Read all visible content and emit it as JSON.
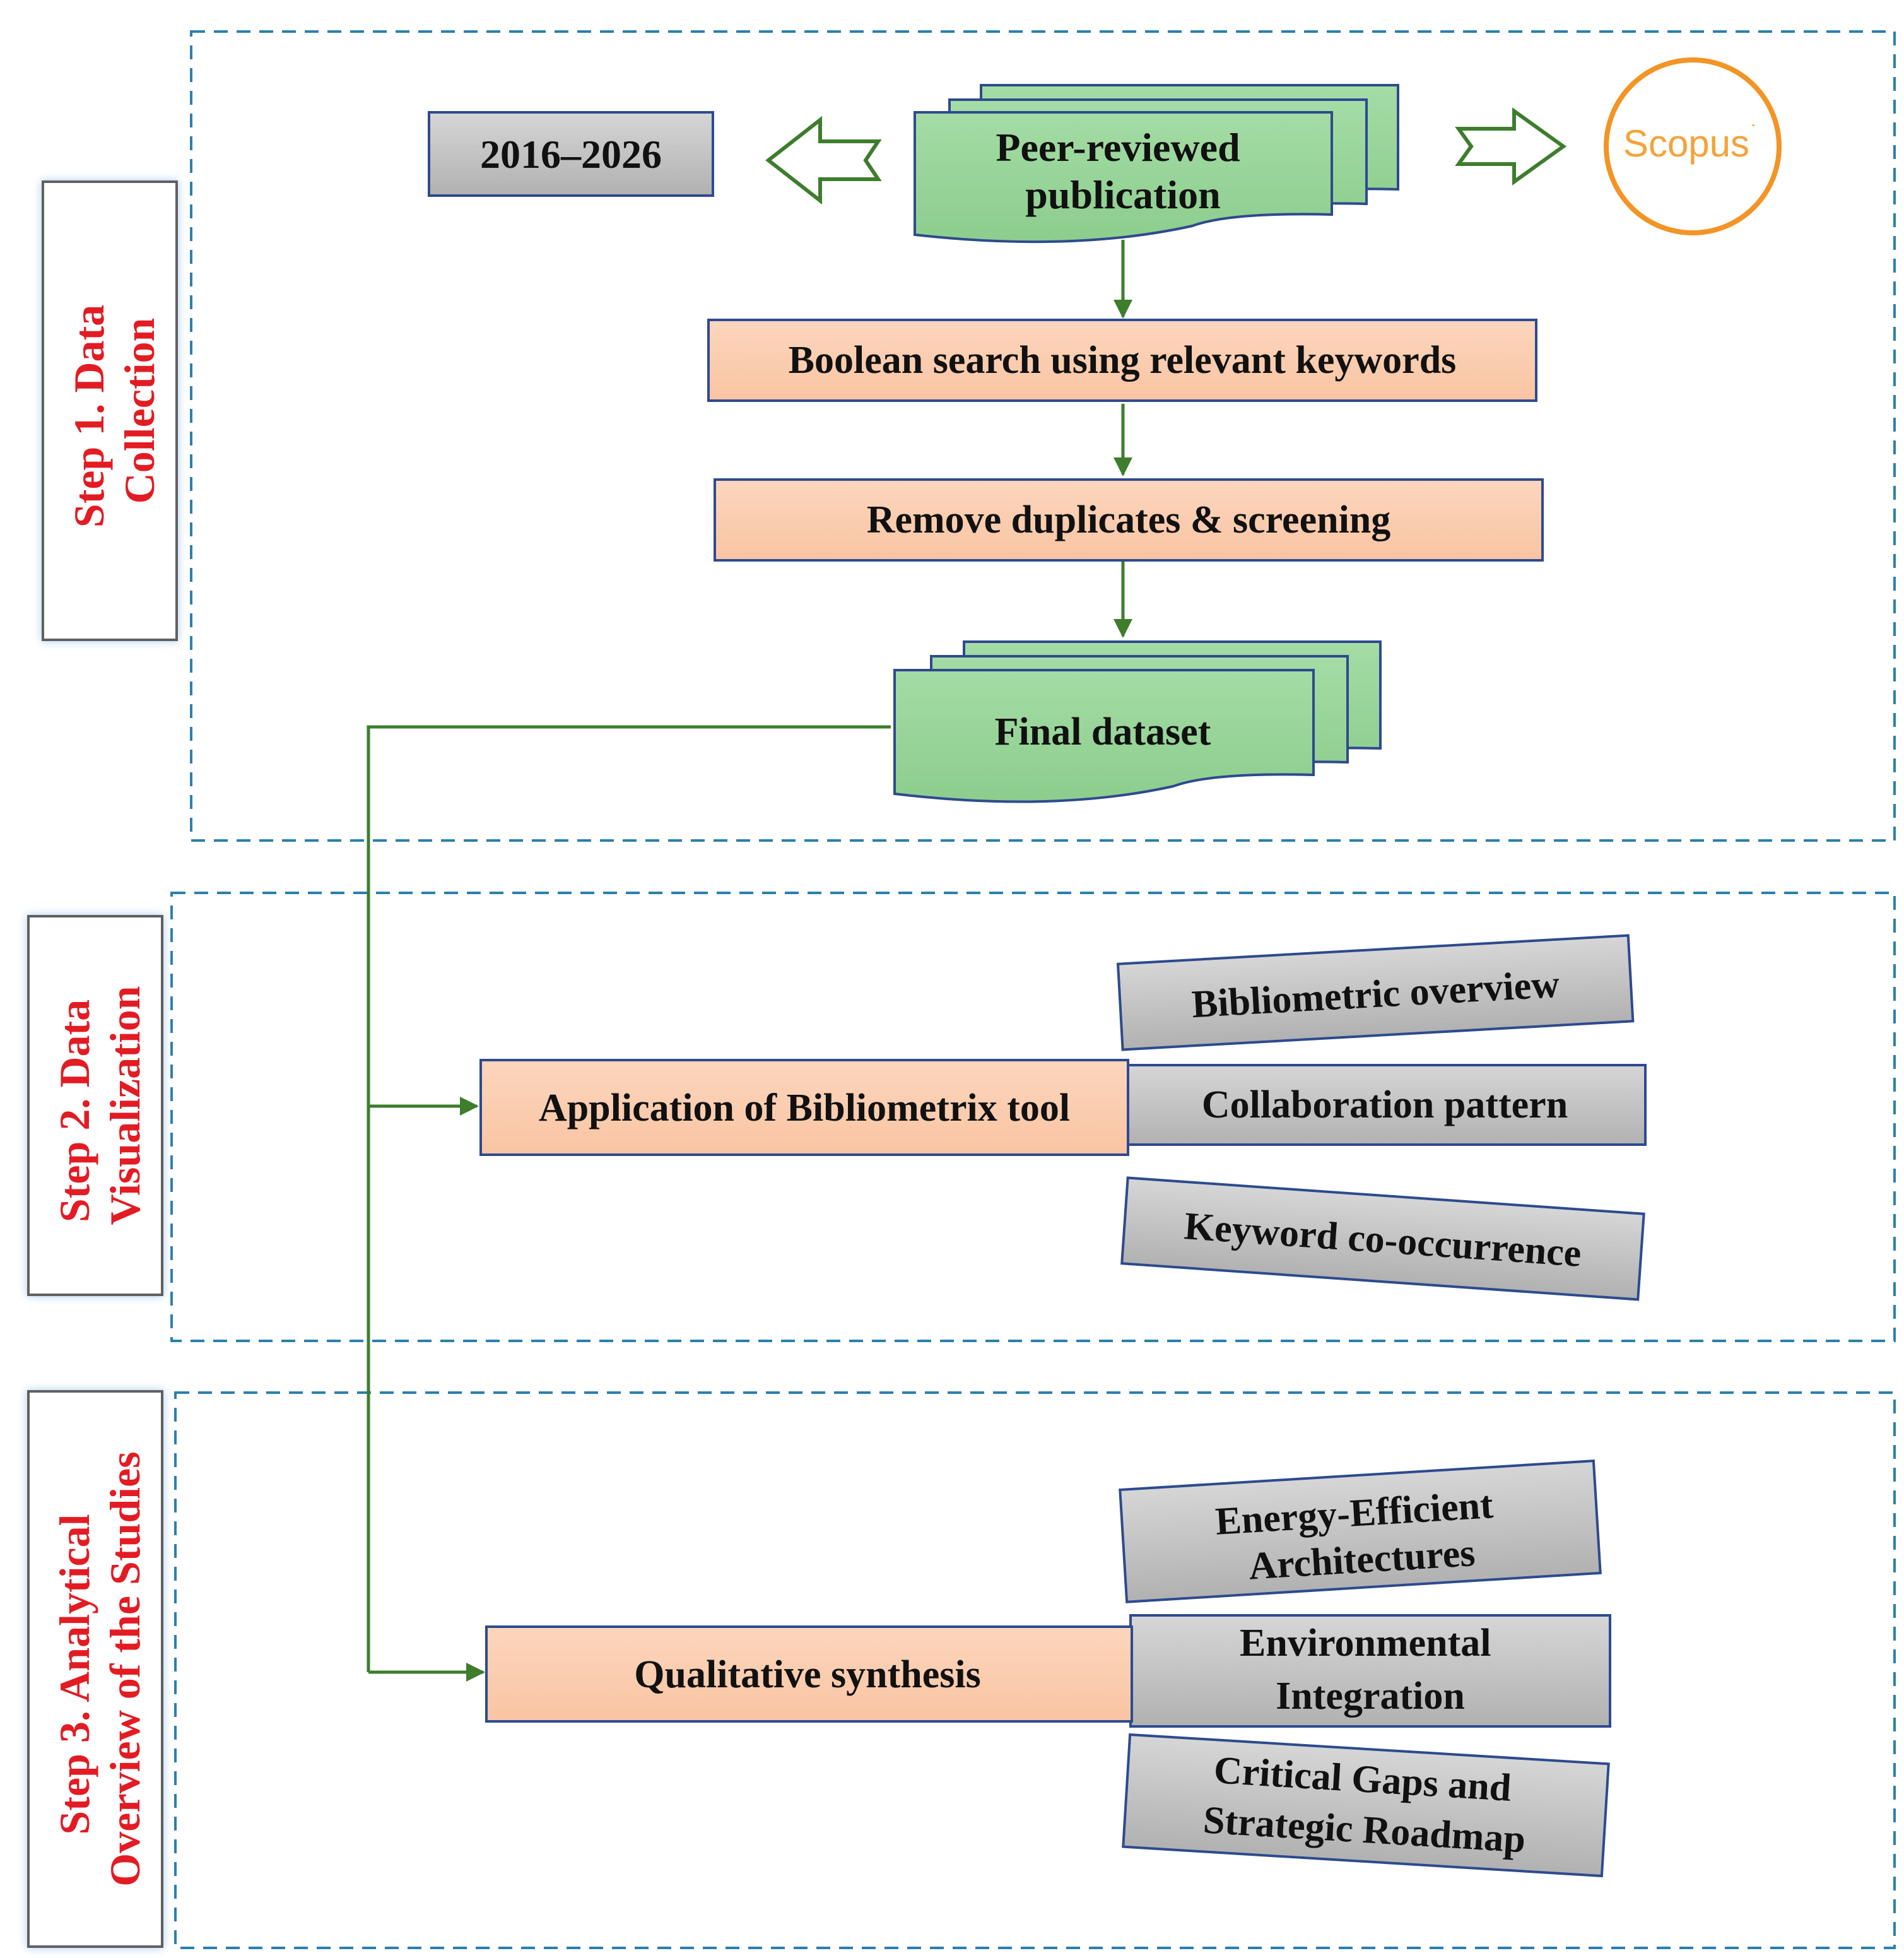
{
  "steps": {
    "step1": {
      "line1": "Step 1. Data",
      "line2": "Collection"
    },
    "step2": {
      "line1": "Step 2. Data",
      "line2": "Visualization"
    },
    "step3": {
      "line1": "Step 3. Analytical",
      "line2": "Overview of the Studies"
    }
  },
  "collection": {
    "period": "2016–2026",
    "source": {
      "line1": "Peer-reviewed",
      "line2": "publication"
    },
    "database": "Scopus",
    "database_mark": "˙",
    "search": "Boolean search using relevant keywords",
    "screening": "Remove duplicates & screening",
    "final": "Final dataset"
  },
  "visualization": {
    "tool": "Application of Bibliometrix tool",
    "outputs": [
      "Bibliometric overview",
      "Collaboration pattern",
      "Keyword co-occurrence"
    ]
  },
  "analysis": {
    "method": "Qualitative synthesis",
    "themes": [
      {
        "line1": "Energy-Efficient",
        "line2": "Architectures"
      },
      {
        "line1": "Environmental",
        "line2": "Integration"
      },
      {
        "line1": "Critical Gaps and",
        "line2": "Strategic Roadmap"
      }
    ]
  },
  "colors": {
    "green_fill": "#99d69a",
    "green_line": "#3d7d2c",
    "peach_fill": "#fbcdb0",
    "gray_fill": "#c3c3c3",
    "box_border": "#2e4a8f",
    "step_text": "#e31b23",
    "dash_border": "#2c7fae",
    "scopus_orange": "#f39424"
  }
}
